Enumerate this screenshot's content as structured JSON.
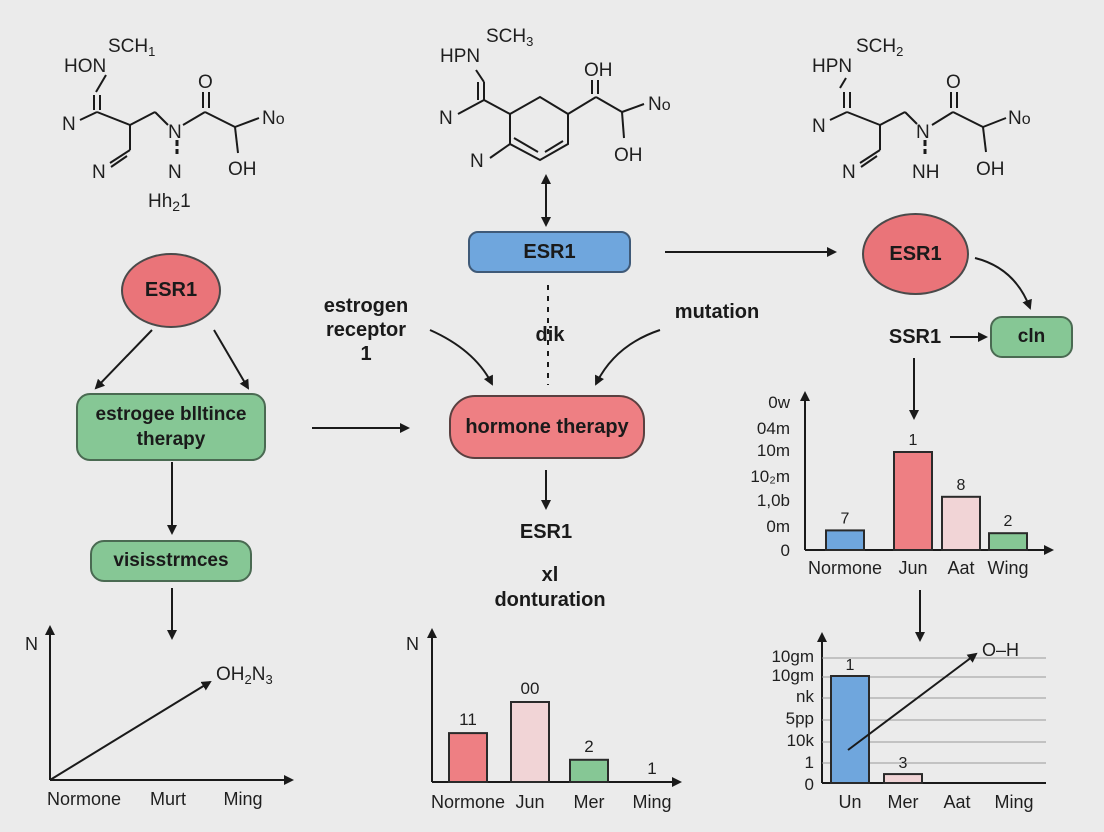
{
  "structures": {
    "left": {
      "group_top": "HON",
      "group_methyl": "SCH",
      "methyl_sub": "1",
      "n1": "N",
      "n2": "N",
      "n_center": "N",
      "n_lower": "N",
      "ketone_o": "O",
      "no_group": "N",
      "no_sub": "o",
      "oh": "OH",
      "caption": "Hh",
      "caption_sub": "2",
      "caption_tail": "1"
    },
    "middle": {
      "group_top": "HPN",
      "group_methyl": "SCH",
      "methyl_sub": "3",
      "n1": "N",
      "n2": "N",
      "oh_top": "OH",
      "no_group": "N",
      "no_sub": "o",
      "oh_bottom": "OH"
    },
    "right": {
      "group_top": "HPN",
      "group_methyl": "SCH",
      "methyl_sub": "2",
      "n1": "N",
      "n2": "N",
      "n_center": "N",
      "nh": "NH",
      "ketone_o": "O",
      "no_group": "N",
      "no_sub": "o",
      "oh": "OH"
    }
  },
  "nodes": {
    "esr1_left_circle": "ESR1",
    "esr1_middle_box": "ESR1",
    "esr1_right_circle": "ESR1",
    "left_therapy": "estrogee blltince therapy",
    "left_visits": "visisstrmces",
    "hormone_therapy": "hormone therapy",
    "cln": "cln"
  },
  "labels": {
    "estrogen_receptor": [
      "estrogen",
      "receptor",
      "1"
    ],
    "dik": "dik",
    "mutation": "mutation",
    "esr1_below": "ESR1",
    "xl": "xl",
    "donturation": "donturation",
    "ssr1": "SSR1"
  },
  "chart_data": [
    {
      "type": "line",
      "id": "bottom-left",
      "ylabel": "N",
      "x_tick_labels": [
        "Normone",
        "Murt",
        "Ming"
      ],
      "series": [
        {
          "label": "OH",
          "label_sub1": "2",
          "label_mid": "N",
          "label_sub2": "3"
        }
      ],
      "arrow_line": true
    },
    {
      "type": "bar",
      "id": "bottom-middle",
      "ylabel": "N",
      "categories": [
        "Normone",
        "Jun",
        "Mer",
        "Ming"
      ],
      "values": [
        11,
        18,
        5,
        0
      ],
      "value_labels": [
        "11",
        "00",
        "2",
        "1"
      ],
      "colors": [
        "#ee7f83",
        "#f1d4d6",
        "#86c795",
        "#86c795"
      ]
    },
    {
      "type": "bar",
      "id": "top-right",
      "y_tick_labels": [
        "0w",
        "04m",
        "10m",
        "10₂m",
        "1,0b",
        "0m",
        "0"
      ],
      "categories": [
        "Normone",
        "Jun",
        "Aat",
        "Wing"
      ],
      "values": [
        7,
        35,
        19,
        6
      ],
      "value_labels": [
        "7",
        "1",
        "8",
        "2"
      ],
      "colors": [
        "#6fa6dd",
        "#ee7f83",
        "#f1d4d6",
        "#86c795"
      ]
    },
    {
      "type": "bar",
      "id": "bottom-right",
      "y_tick_labels": [
        "10gm",
        "10gm",
        "nk",
        "5pp",
        "10k",
        "1",
        "0"
      ],
      "categories": [
        "Un",
        "Mer",
        "Aat",
        "Ming"
      ],
      "values": [
        6,
        0.5,
        0,
        0
      ],
      "value_labels": [
        "1",
        "3"
      ],
      "colors": [
        "#6fa6dd",
        "#f1d4d6"
      ],
      "trend_label": "O–H",
      "grid": true
    }
  ]
}
